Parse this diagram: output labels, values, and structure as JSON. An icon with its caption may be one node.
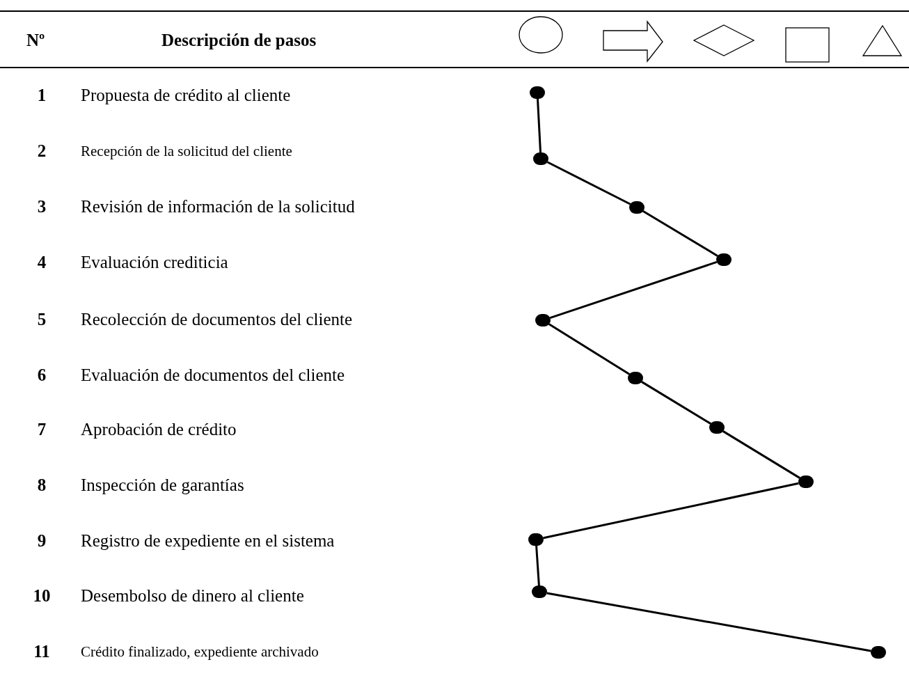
{
  "diagram": {
    "nodes": [
      {
        "text": [],
        "shape": "circle"
      },
      {
        "text": [],
        "shape": "circle"
      },
      {
        "text": [],
        "shape": "circle"
      },
      {
        "text": [],
        "shape": "circle"
      },
      {
        "text": [],
        "shape": "circle"
      },
      {
        "text": [],
        "shape": "circle"
      },
      {
        "text": [],
        "shape": "circle"
      },
      {
        "text": [],
        "shape": "circle"
      },
      {
        "text": [],
        "shape": "circle"
      },
      {
        "text": [],
        "shape": "circle"
      },
      {
        "text": [],
        "shape": "circle"
      }
    ],
    "edges": [
      {
        "from": 0,
        "to": 1,
        "arrow": "none"
      },
      {
        "from": 1,
        "to": 2,
        "arrow": "none"
      },
      {
        "from": 2,
        "to": 3,
        "arrow": "none"
      },
      {
        "from": 3,
        "to": 4,
        "arrow": "none"
      },
      {
        "from": 4,
        "to": 5,
        "arrow": "none"
      },
      {
        "from": 5,
        "to": 6,
        "arrow": "none"
      },
      {
        "from": 6,
        "to": 7,
        "arrow": "none"
      },
      {
        "from": 7,
        "to": 8,
        "arrow": "none"
      },
      {
        "from": 8,
        "to": 9,
        "arrow": "none"
      },
      {
        "from": 9,
        "to": 10,
        "arrow": "none"
      }
    ],
    "labels": [
      "Nº",
      "Descripción de pasos",
      "1",
      "Propuesta de crédito al cliente",
      "2",
      "Recepción de la solicitud del cliente",
      "3",
      "Revisión de información de la solicitud",
      "4",
      "Evaluación crediticia",
      "5",
      "Recolección de documentos del cliente",
      "6",
      "Evaluación de documentos del cliente",
      "7",
      "Aprobación de crédito",
      "8",
      "Inspección de garantías",
      "9",
      "Registro de expediente en el sistema",
      "10",
      "Desembolso de dinero al cliente",
      "11",
      "Crédito finalizado, expediente archivado"
    ]
  }
}
